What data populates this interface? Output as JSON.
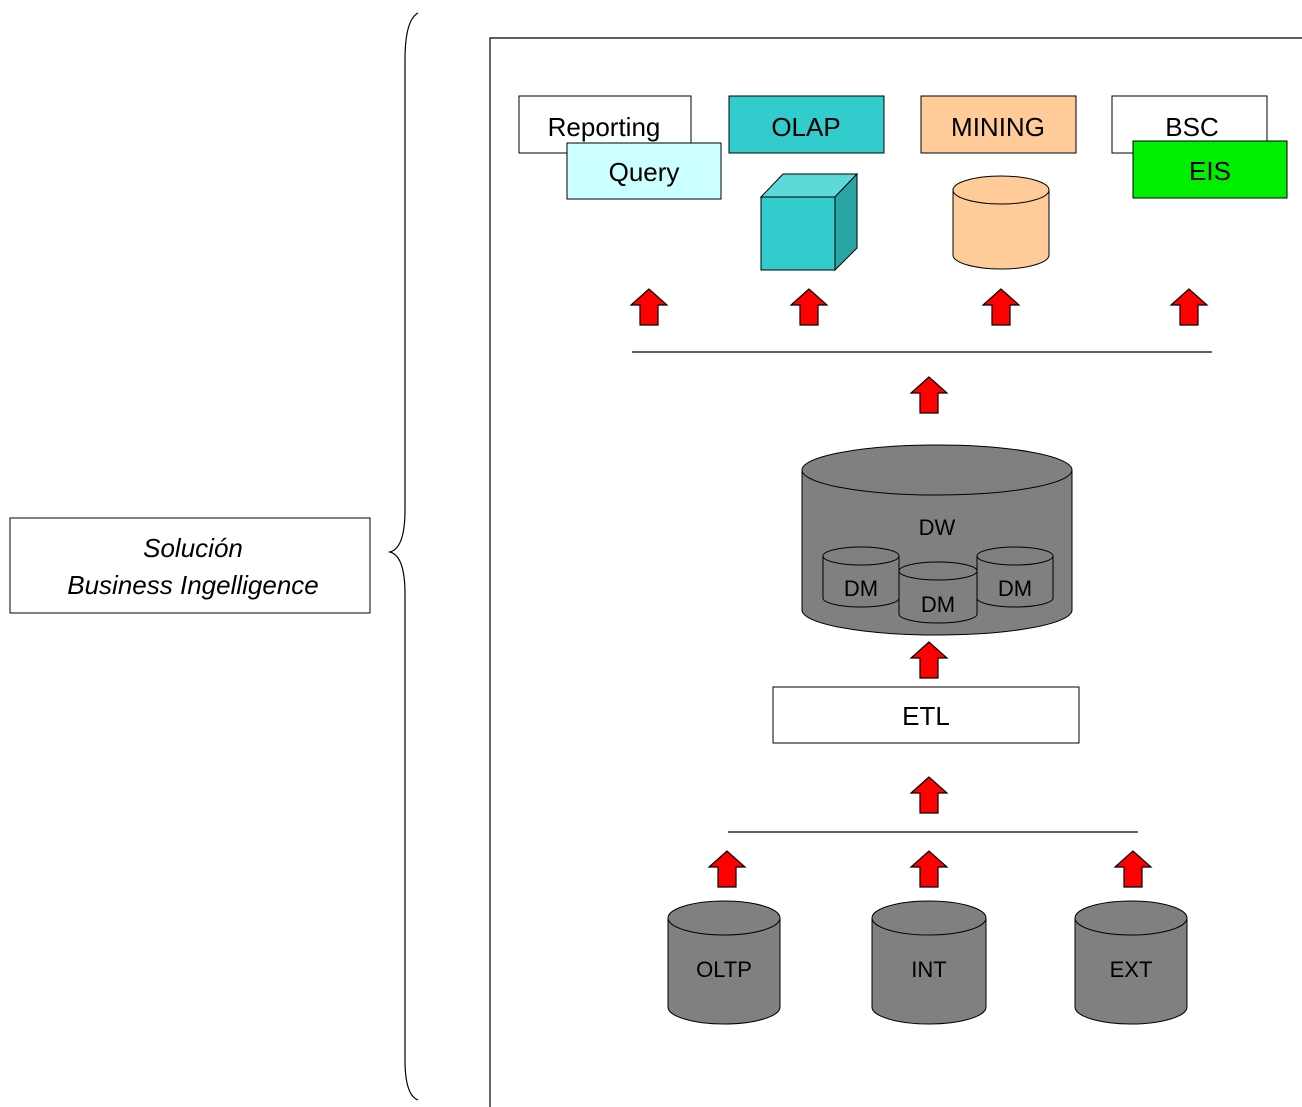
{
  "solution_label": {
    "line1": "Solución",
    "line2": "Business Ingelligence"
  },
  "tools": {
    "reporting": "Reporting",
    "query": "Query",
    "olap": "OLAP",
    "mining": "MINING",
    "bsc": "BSC",
    "eis": "EIS"
  },
  "warehouse": {
    "dw": "DW",
    "dm_left": "DM",
    "dm_center": "DM",
    "dm_right": "DM"
  },
  "etl": "ETL",
  "sources": {
    "oltp": "OLTP",
    "int": "INT",
    "ext": "EXT"
  },
  "colors": {
    "olap": "#33CCCC",
    "olap_side": "#2AA5A5",
    "olap_top": "#5CDADA",
    "query": "#CCFFFF",
    "mining": "#FFCC99",
    "eis": "#00EE00",
    "db_gray": "#808080",
    "arrow": "#FF0000"
  }
}
